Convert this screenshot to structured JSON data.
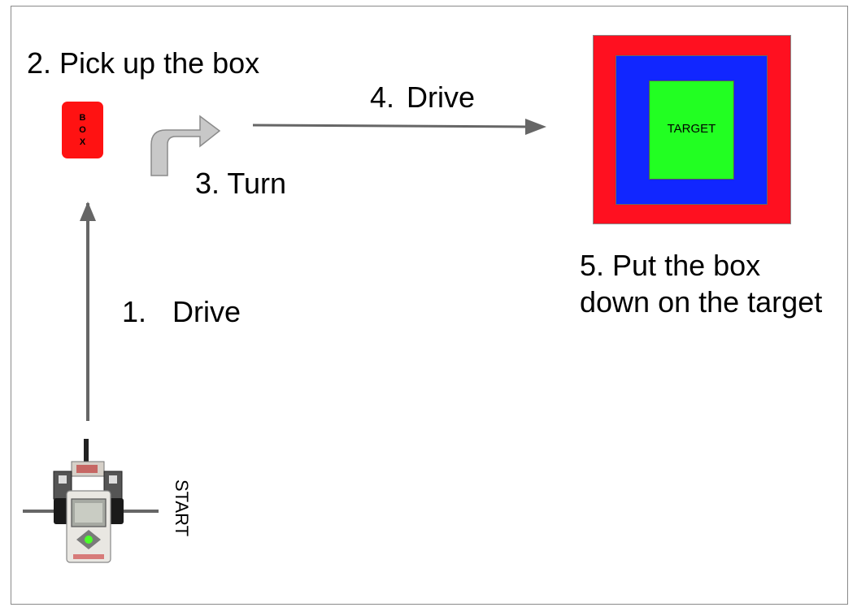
{
  "steps": {
    "pick_up": "2. Pick up the box",
    "turn": "3. Turn",
    "drive4_num": "4.",
    "drive4_text": "Drive",
    "drive1_num": "1.",
    "drive1_text": "Drive",
    "put_down_line1": "5. Put the box",
    "put_down_line2": "down on the target"
  },
  "box": {
    "letters": [
      "B",
      "O",
      "X"
    ],
    "color": "#ff1212"
  },
  "target": {
    "label": "TARGET",
    "outer_color": "#ff1020",
    "mid_color": "#1126ff",
    "inner_color": "#22ff22"
  },
  "start": {
    "label": "START"
  },
  "icons": [
    "turn-arrow-icon",
    "robot-icon"
  ]
}
